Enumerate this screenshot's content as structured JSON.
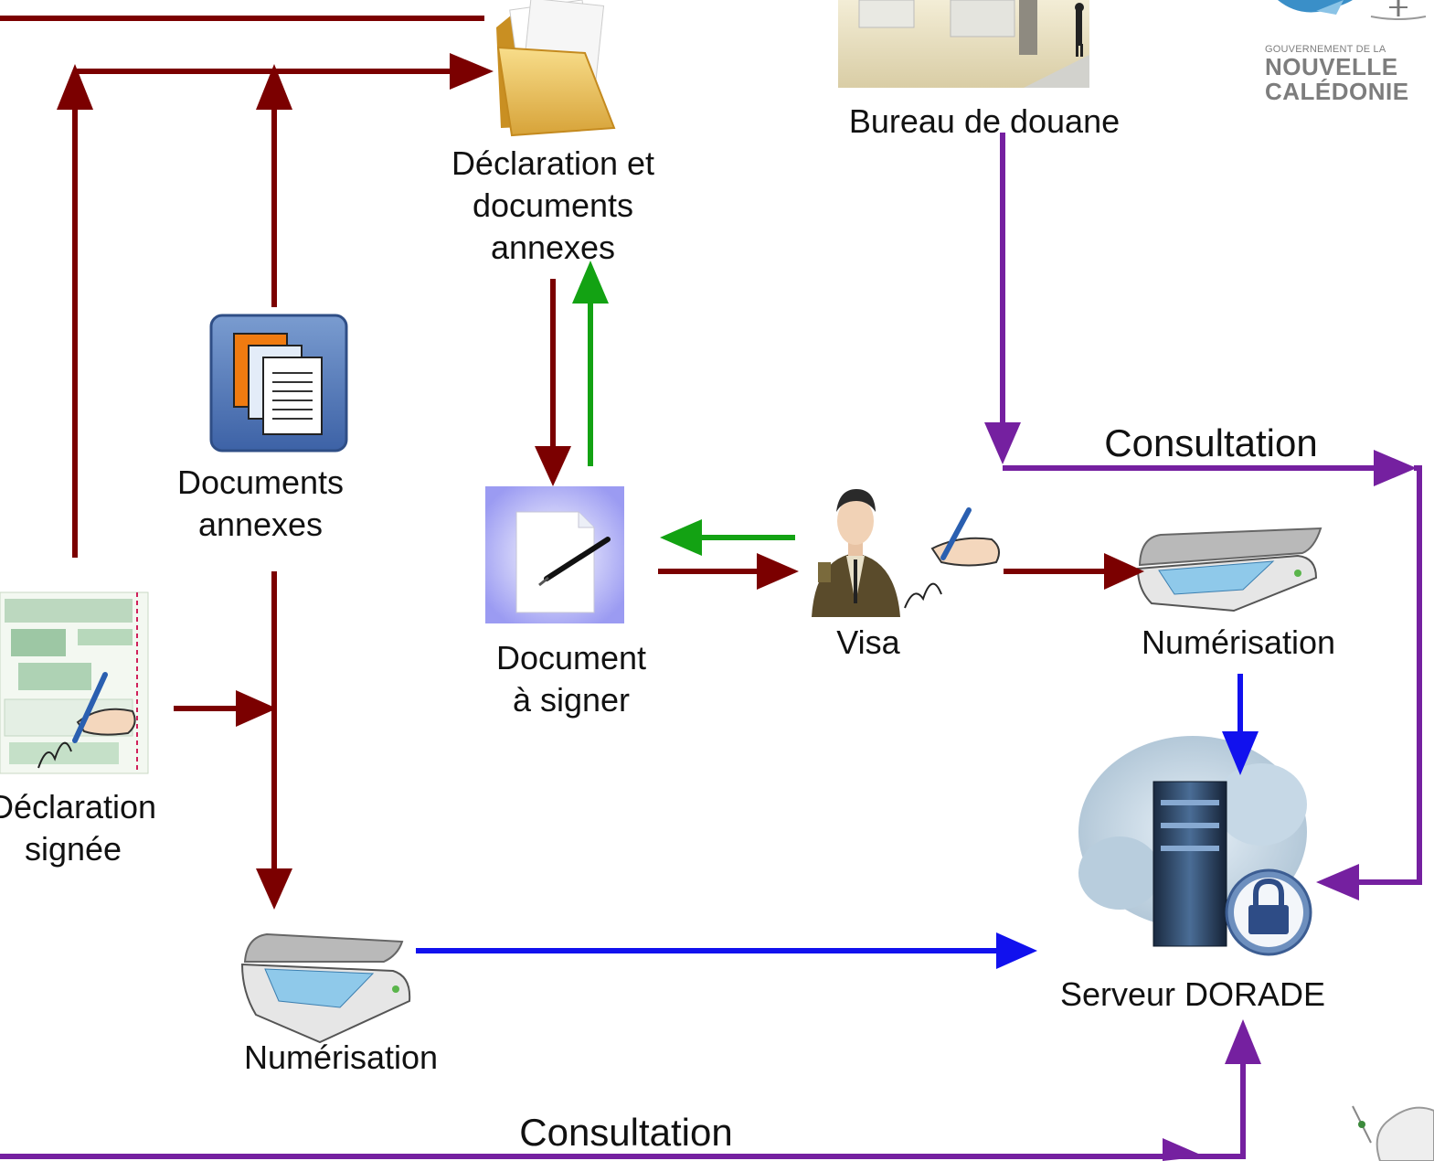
{
  "logo": {
    "line1": "GOUVERNEMENT DE LA",
    "line2": "NOUVELLE",
    "line3": "CALÉDONIE"
  },
  "labels": {
    "bureau": "Bureau de douane",
    "folder_l1": "Déclaration et",
    "folder_l2": "documents",
    "folder_l3": "annexes",
    "docs_l1": "Documents",
    "docs_l2": "annexes",
    "sign_l1": "Document",
    "sign_l2": "à signer",
    "visa": "Visa",
    "scan_right": "Numérisation",
    "scan_bottom": "Numérisation",
    "decl_l1": "Déclaration",
    "decl_l2": "signée",
    "server": "Serveur DORADE",
    "consult_top": "Consultation",
    "consult_bottom": "Consultation"
  },
  "colors": {
    "dark_red": "#7b0000",
    "green": "#13a213",
    "blue": "#1111ee",
    "purple": "#7520a0"
  },
  "icons": [
    "building-icon",
    "government-logo",
    "folder-icon",
    "documents-stack-icon",
    "document-to-sign-icon",
    "customs-officer-icon",
    "scanner-icon",
    "signed-declaration-icon",
    "server-cloud-icon",
    "lock-icon",
    "mouse-icon"
  ]
}
